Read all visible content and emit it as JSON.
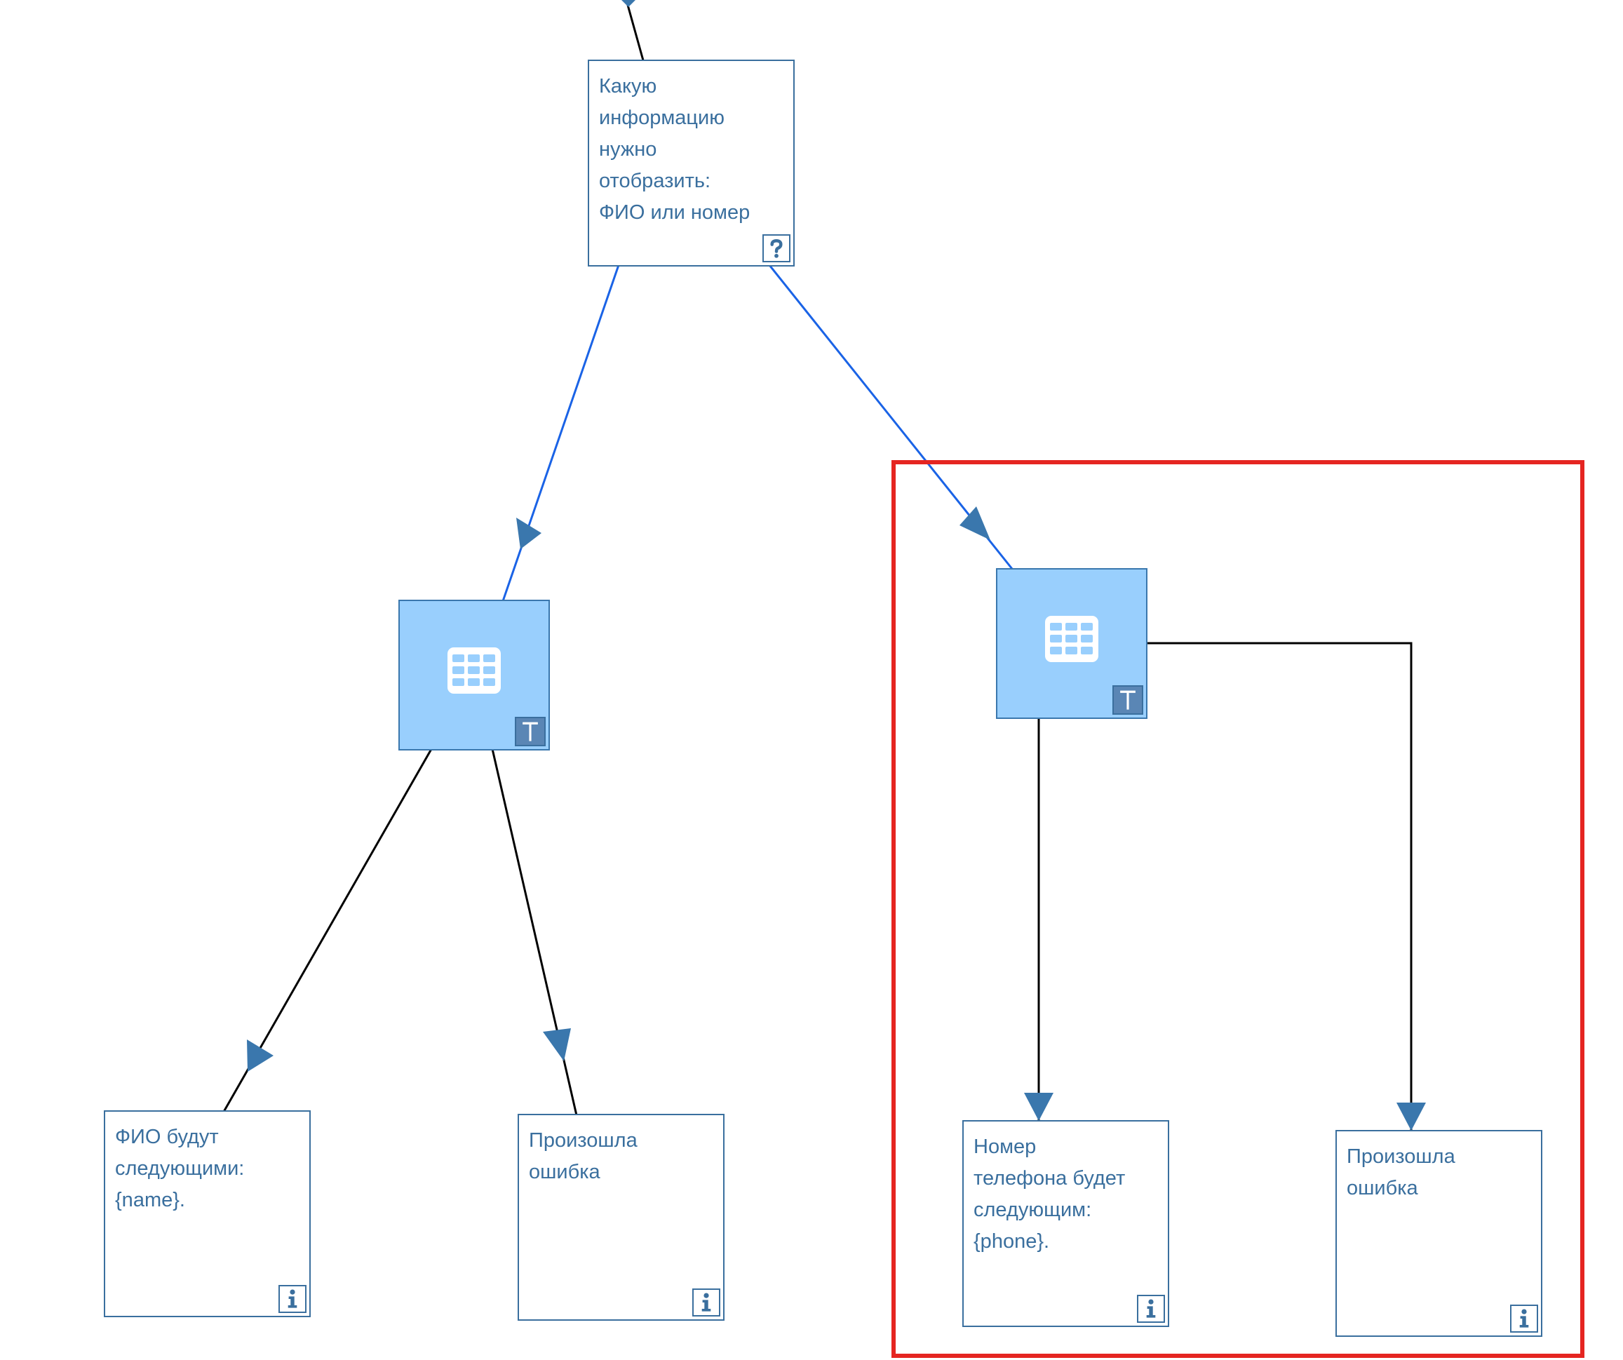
{
  "diagram": {
    "question_node": {
      "text": "Какую\nинформацию\nнужно\nотобразить:\nФИО или номер",
      "icon": "question-icon"
    },
    "task_nodes": [
      {
        "icon": "table-icon",
        "badge_icon": "t-letter-icon"
      },
      {
        "icon": "table-icon",
        "badge_icon": "t-letter-icon"
      }
    ],
    "info_nodes": [
      {
        "text": "ФИО будут\nследующими:\n{name}.",
        "icon": "info-icon"
      },
      {
        "text": "Произошла\nошибка",
        "icon": "info-icon"
      },
      {
        "text": "Номер\nтелефона будет\nследующим:\n{phone}.",
        "icon": "info-icon"
      },
      {
        "text": "Произошла\nошибка",
        "icon": "info-icon"
      }
    ],
    "colors": {
      "node_border": "#3a6f9e",
      "node_text": "#3a6f9e",
      "task_fill": "#99cffd",
      "task_badge": "#5a86b5",
      "edge_blue": "#1a63e6",
      "edge_black": "#000000",
      "arrow_fill": "#3a77ad",
      "highlight": "#e52521"
    }
  }
}
